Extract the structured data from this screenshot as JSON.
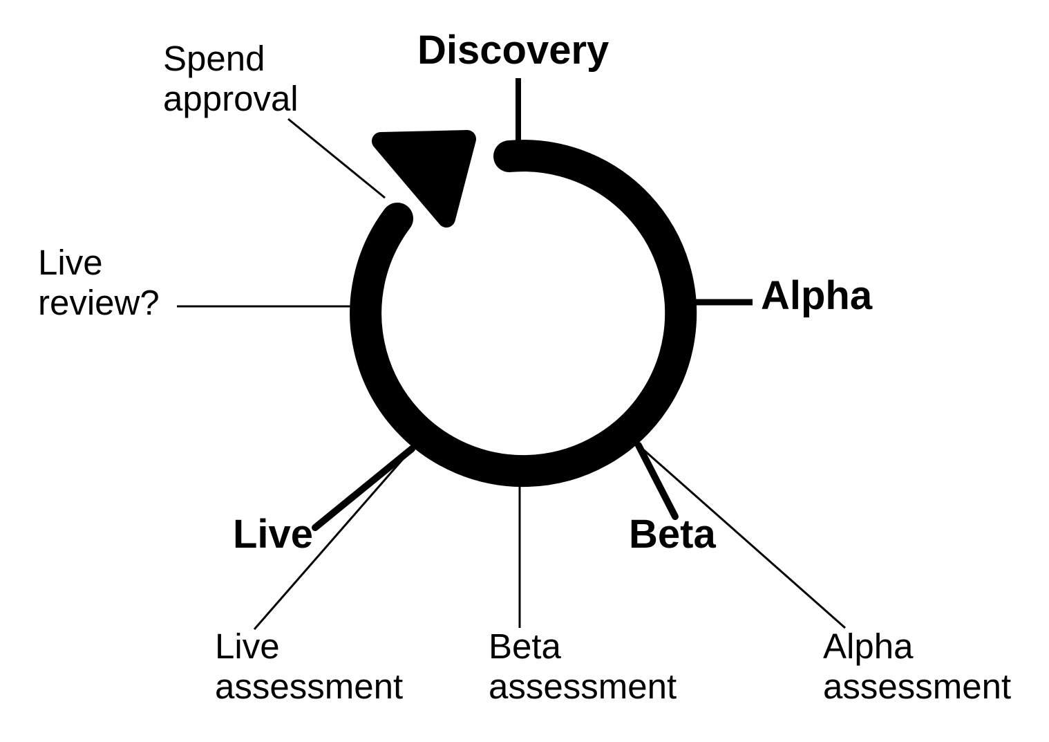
{
  "diagram": {
    "kind": "service-lifecycle-cycle",
    "colors": {
      "ink": "#000000",
      "background": "#ffffff"
    },
    "cycle_direction": "clockwise",
    "phases": [
      {
        "id": "discovery",
        "label": "Discovery"
      },
      {
        "id": "alpha",
        "label": "Alpha"
      },
      {
        "id": "beta",
        "label": "Beta"
      },
      {
        "id": "live",
        "label": "Live"
      }
    ],
    "milestones": [
      {
        "id": "spend-approval",
        "line1": "Spend",
        "line2": "approval"
      },
      {
        "id": "live-review",
        "line1": "Live",
        "line2": "review?"
      },
      {
        "id": "live-assessment",
        "line1": "Live",
        "line2": "assessment"
      },
      {
        "id": "beta-assessment",
        "line1": "Beta",
        "line2": "assessment"
      },
      {
        "id": "alpha-assessment",
        "line1": "Alpha",
        "line2": "assessment"
      }
    ]
  }
}
